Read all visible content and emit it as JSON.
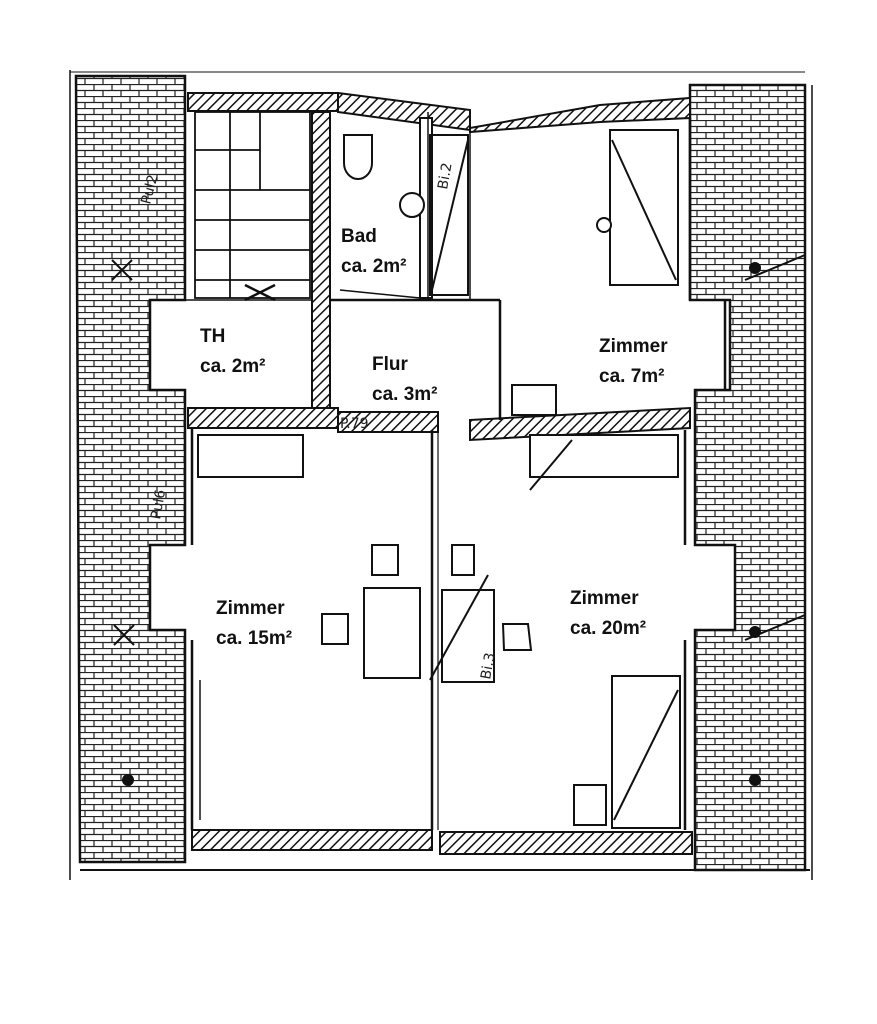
{
  "rooms": [
    {
      "id": "bad",
      "name": "Bad",
      "area": "ca. 2m²"
    },
    {
      "id": "th",
      "name": "TH",
      "area": "ca. 2m²"
    },
    {
      "id": "flur",
      "name": "Flur",
      "area": "ca. 3m²"
    },
    {
      "id": "zimmer7",
      "name": "Zimmer",
      "area": "ca. 7m²"
    },
    {
      "id": "zimmer15",
      "name": "Zimmer",
      "area": "ca. 15m²"
    },
    {
      "id": "zimmer20",
      "name": "Zimmer",
      "area": "ca. 20m²"
    }
  ],
  "annotations": {
    "dim_left_top": "Pul2",
    "dim_left_mid": "Pul6",
    "dim_flur": "P.79",
    "dim_bad_door": "Bi.2",
    "dim_middle": "Bi.3"
  }
}
